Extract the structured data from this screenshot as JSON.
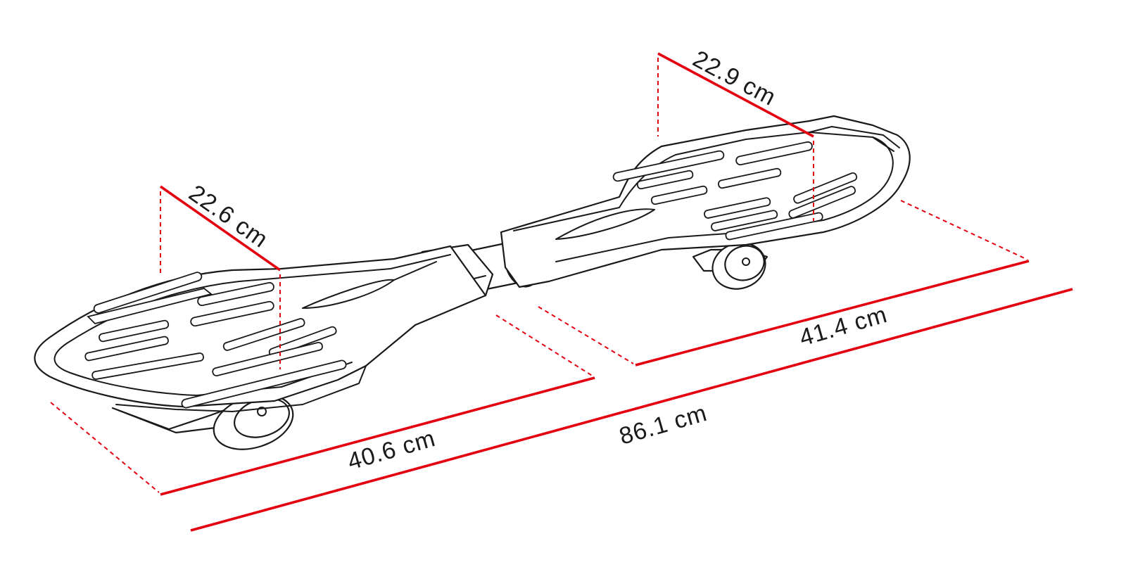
{
  "dimensions": {
    "front_deck_width": "22.6 cm",
    "rear_deck_width": "22.9 cm",
    "front_deck_length": "40.6 cm",
    "rear_deck_length": "41.4 cm",
    "total_length": "86.1 cm"
  },
  "colors": {
    "dimension_line": "#e3000f",
    "outline": "#1a1a1a",
    "background": "#ffffff"
  }
}
